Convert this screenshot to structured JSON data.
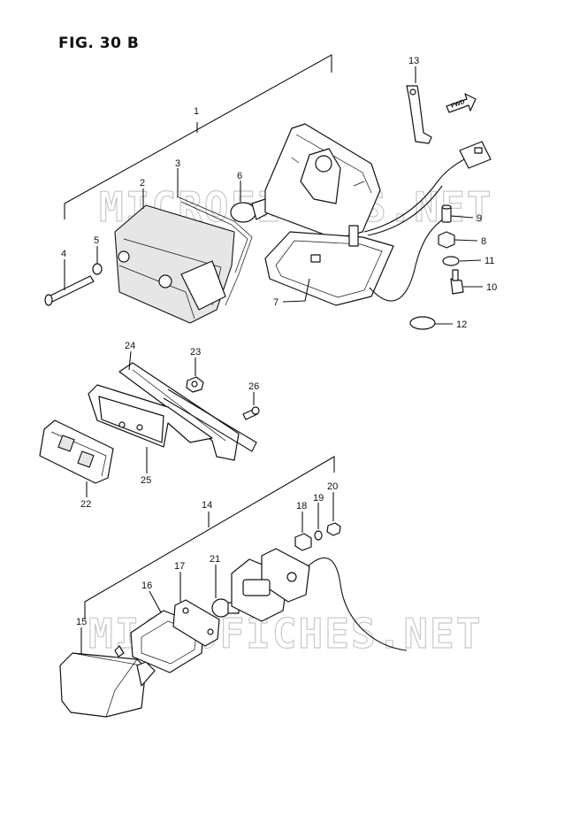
{
  "figure": {
    "title": "FIG. 30 B"
  },
  "watermark": "MICROFICHES.NET",
  "direction_marker": "FWD",
  "callouts": [
    {
      "id": "1",
      "label": "1"
    },
    {
      "id": "2",
      "label": "2"
    },
    {
      "id": "3",
      "label": "3"
    },
    {
      "id": "4",
      "label": "4"
    },
    {
      "id": "5",
      "label": "5"
    },
    {
      "id": "6",
      "label": "6"
    },
    {
      "id": "7",
      "label": "7"
    },
    {
      "id": "8",
      "label": "8"
    },
    {
      "id": "9",
      "label": "9"
    },
    {
      "id": "10",
      "label": "10"
    },
    {
      "id": "11",
      "label": "11"
    },
    {
      "id": "12",
      "label": "12"
    },
    {
      "id": "13",
      "label": "13"
    },
    {
      "id": "14",
      "label": "14"
    },
    {
      "id": "15",
      "label": "15"
    },
    {
      "id": "16",
      "label": "16"
    },
    {
      "id": "17",
      "label": "17"
    },
    {
      "id": "18",
      "label": "18"
    },
    {
      "id": "19",
      "label": "19"
    },
    {
      "id": "20",
      "label": "20"
    },
    {
      "id": "21",
      "label": "21"
    },
    {
      "id": "22",
      "label": "22"
    },
    {
      "id": "23",
      "label": "23"
    },
    {
      "id": "24",
      "label": "24"
    },
    {
      "id": "25",
      "label": "25"
    },
    {
      "id": "26",
      "label": "26"
    }
  ]
}
